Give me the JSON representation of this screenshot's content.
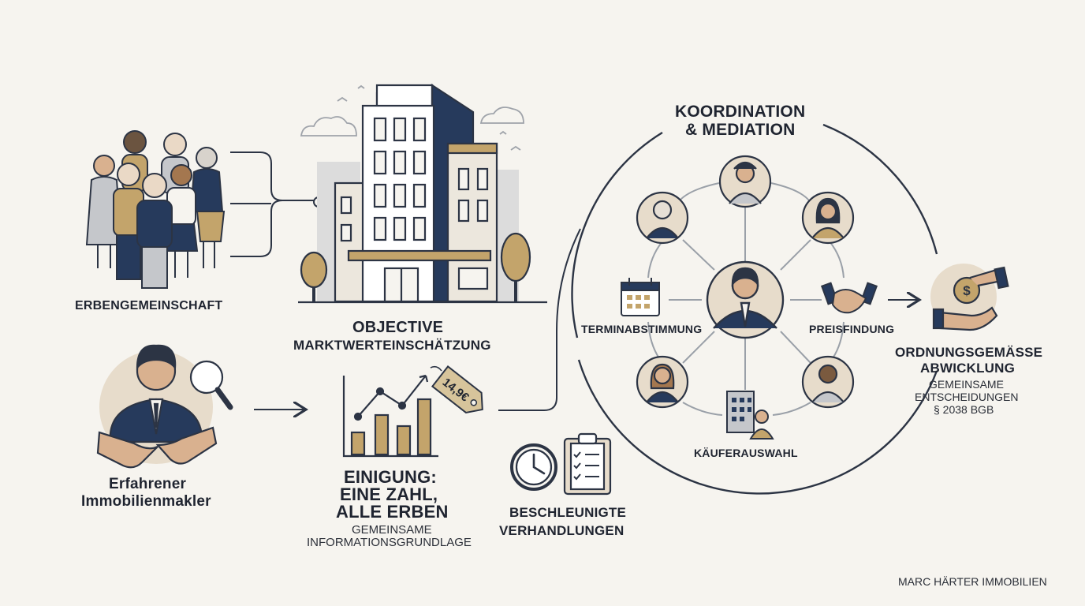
{
  "labels": {
    "erbengemeinschaft": "ERBENGEMEINSCHAFT",
    "objective_line1": "OBJECTIVE",
    "objective_line2": "MARKTWERTEINSCHÄTZUNG",
    "makler_line1": "Erfahrener",
    "makler_line2": "Immobilienmakler",
    "einigung_line1": "EINIGUNG:",
    "einigung_line2": "EINE ZAHL,",
    "einigung_line3": "ALLE ERBEN",
    "einigung_sub_line1": "GEMEINSAME",
    "einigung_sub_line2": "INFORMATIONSGRUNDLAGE",
    "price_tag": "14,9€",
    "beschleunigte_line1": "BESCHLEUNIGTE",
    "beschleunigte_line2": "VERHANDLUNGEN",
    "koordination_line1": "KOORDINATION",
    "koordination_line2": "& MEDIATION",
    "terminabstimmung": "TERMINABSTIMMUNG",
    "preisfindung": "PREISFINDUNG",
    "kaeuferauswahl": "KÄUFERAUSWAHL",
    "abwicklung_line1": "ORDNUNGSGEMÄSSE",
    "abwicklung_line2": "ABWICKLUNG",
    "abwicklung_sub_line1": "GEMEINSAME",
    "abwicklung_sub_line2": "ENTSCHEIDUNGEN",
    "abwicklung_sub_line3": "§ 2038 BGB",
    "brand": "MARC HÄRTER IMMOBILIEN"
  },
  "icons": {
    "family": "family-group-icon",
    "building": "building-icon",
    "agent": "agent-handshake-icon",
    "chart": "bar-chart-icon",
    "clock": "clock-icon",
    "checklist": "checklist-icon",
    "calendar": "calendar-icon",
    "handshake": "handshake-icon",
    "buyer": "buyer-building-icon",
    "money": "money-hand-icon"
  },
  "colors": {
    "navy": "#263a5c",
    "gold": "#c3a46b",
    "beige": "#e7dccb",
    "grey": "#c5c7cb",
    "line": "#2c3444",
    "text": "#1f2430"
  }
}
